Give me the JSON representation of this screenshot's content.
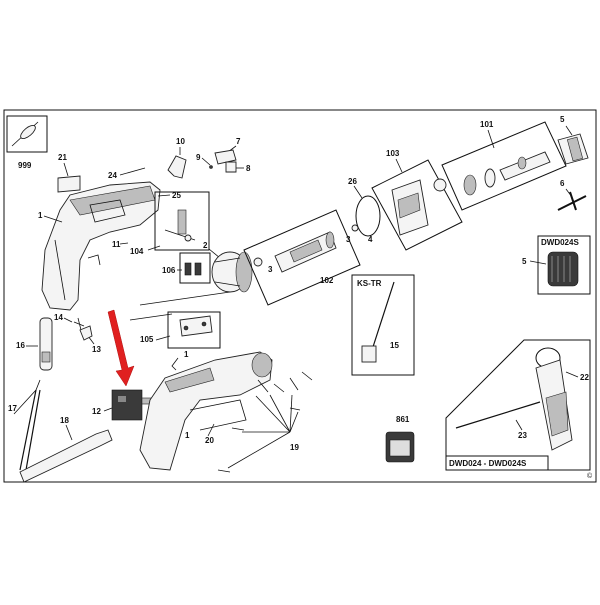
{
  "labels": {
    "l999": "999",
    "l21": "21",
    "l24": "24",
    "l25": "25",
    "l1a": "1",
    "l10": "10",
    "l7": "7",
    "l9": "9",
    "l8": "8",
    "l104": "104",
    "l11": "11",
    "l106": "106",
    "l2": "2",
    "l26": "26",
    "l4": "4",
    "l3a": "3",
    "l3b": "3",
    "l102": "102",
    "l103": "103",
    "l101": "101",
    "l5a": "5",
    "l6": "6",
    "l5b": "5",
    "dwd024s": "DWD024S",
    "l14": "14",
    "l13": "13",
    "l16": "16",
    "l105": "105",
    "l1b": "1",
    "kstr": "KS-TR",
    "l15": "15",
    "l17": "17",
    "l12": "12",
    "l18": "18",
    "l1c": "1",
    "l20": "20",
    "l19": "19",
    "l861": "861",
    "l22": "22",
    "l23": "23",
    "dwdrange": "DWD024 - DWD024S"
  },
  "colors": {
    "arrow": "#e02020",
    "line": "#111111",
    "part_fill": "#f4f4f4"
  }
}
